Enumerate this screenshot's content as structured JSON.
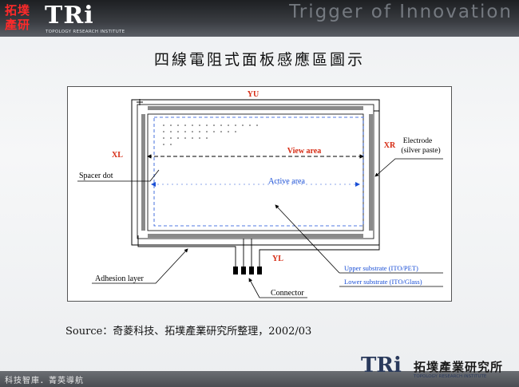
{
  "header": {
    "logo_cn_line1": "拓墣",
    "logo_cn_line2": "產研",
    "logo_text": "TRi",
    "logo_subtitle": "TOPOLOGY RESEARCH INSTITUTE",
    "tagline": "Trigger of Innovation"
  },
  "title": "四線電阻式面板感應區圖示",
  "diagram": {
    "labels": {
      "yu": "YU",
      "xl": "XL",
      "xr": "XR",
      "yl": "YL",
      "view_area": "View area",
      "active_area": "Active area",
      "electrode_line1": "Electrode",
      "electrode_line2": "(silver paste)",
      "spacer_dot": "Spacer dot",
      "adhesion_layer": "Adhesion layer",
      "connector": "Connector",
      "upper_substrate": "Upper substrate (ITO/PET)",
      "lower_substrate": "Lower  substrate (ITO/Glass)"
    },
    "colors": {
      "accent_red": "#d62a12",
      "accent_blue": "#1a4fd6",
      "electrode_gray": "#8a8a8a"
    }
  },
  "source": "Source：奇菱科技、拓墣產業研究所整理，2002/03",
  "footer": {
    "slogan": "科技智庫．菁英導航",
    "logo_text": "TRi",
    "logo_cn": "拓墣產業研究所",
    "logo_subtitle": "TOPOLOGY RESEARCH INSTITUTE"
  }
}
